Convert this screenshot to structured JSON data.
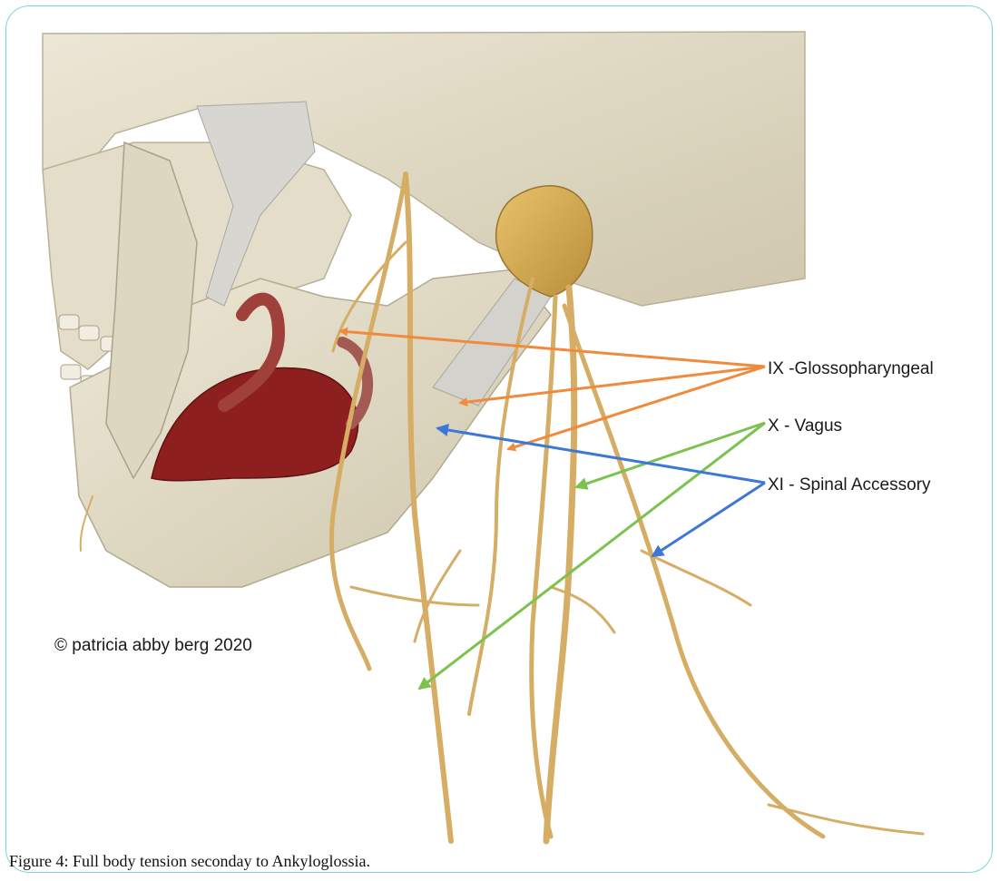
{
  "figure": {
    "caption": "Figure 4: Full body tension seconday to Ankyloglossia.",
    "copyright": "© patricia abby berg 2020"
  },
  "labels": {
    "glossopharyngeal": "IX -Glossopharyngeal",
    "vagus": "X - Vagus",
    "spinal_accessory": "XI - Spinal Accessory"
  },
  "colors": {
    "frame_border": "#7fd3d8",
    "glossopharyngeal_arrow": "#f08a3c",
    "vagus_arrow": "#7cc24e",
    "spinal_accessory_arrow": "#3d78d6",
    "bone": "#e2dcc8",
    "nerve": "#d6ad64",
    "muscle": "#8e1f1f"
  }
}
